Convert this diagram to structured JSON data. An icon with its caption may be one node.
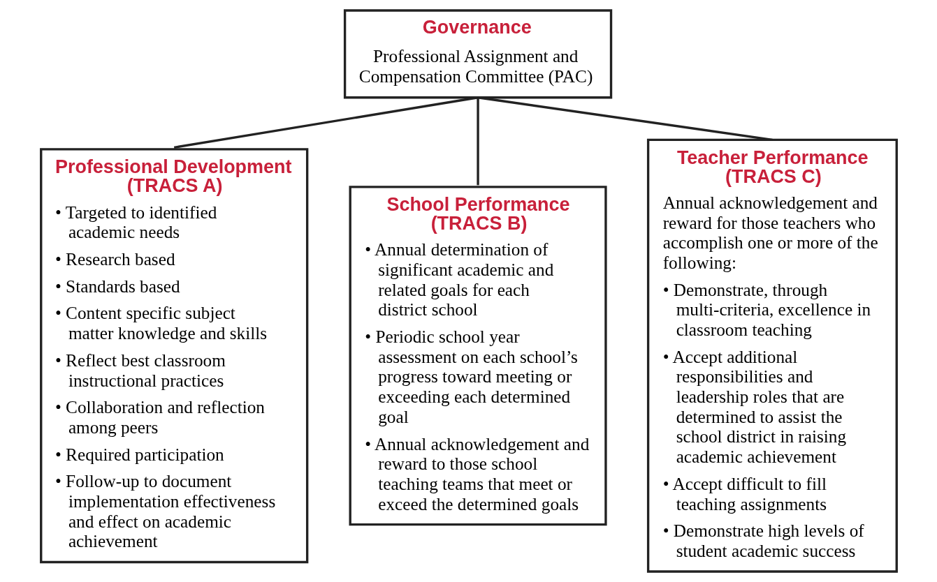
{
  "diagram": {
    "nodes": [
      {
        "text": [
          "Governance",
          "Professional Assignment and Compensation Committee (PAC)"
        ]
      },
      {
        "text": [
          "Professional Development (TRACS A)",
          "• Targeted to identified academic needs",
          "• Research based",
          "• Standards based",
          "• Content specific subject matter knowledge and skills",
          "• Reflect best classroom instructional practices",
          "• Collaboration and reflection among peers",
          "• Required participation",
          "• Follow-up to document implementation effectiveness and effect on academic achievement"
        ]
      },
      {
        "text": [
          "School Performance (TRACS B)",
          "• Annual determination of significant academic and related goals for each district school",
          "• Periodic school year assessment on each school’s progress toward meeting or exceeding each determined goal",
          "• Annual acknowledgement and reward to those school teaching teams that meet or exceed the determined goals"
        ]
      },
      {
        "text": [
          "Teacher Performance (TRACS C)",
          "Annual acknowledgement and reward for those teachers who accomplish one or more of the following:",
          "• Demonstrate, through multi-criteria, excellence in classroom teaching",
          "• Accept additional responsibilities and leadership roles that are determined to assist the school district in raising academic achievement",
          "• Accept difficult to fill teaching assignments",
          "• Demonstrate high levels of student academic success"
        ]
      }
    ],
    "edges": [
      {
        "from": 0,
        "to": 1,
        "arrow": "none"
      },
      {
        "from": 0,
        "to": 2,
        "arrow": "none"
      },
      {
        "from": 0,
        "to": 3,
        "arrow": "none"
      }
    ]
  }
}
